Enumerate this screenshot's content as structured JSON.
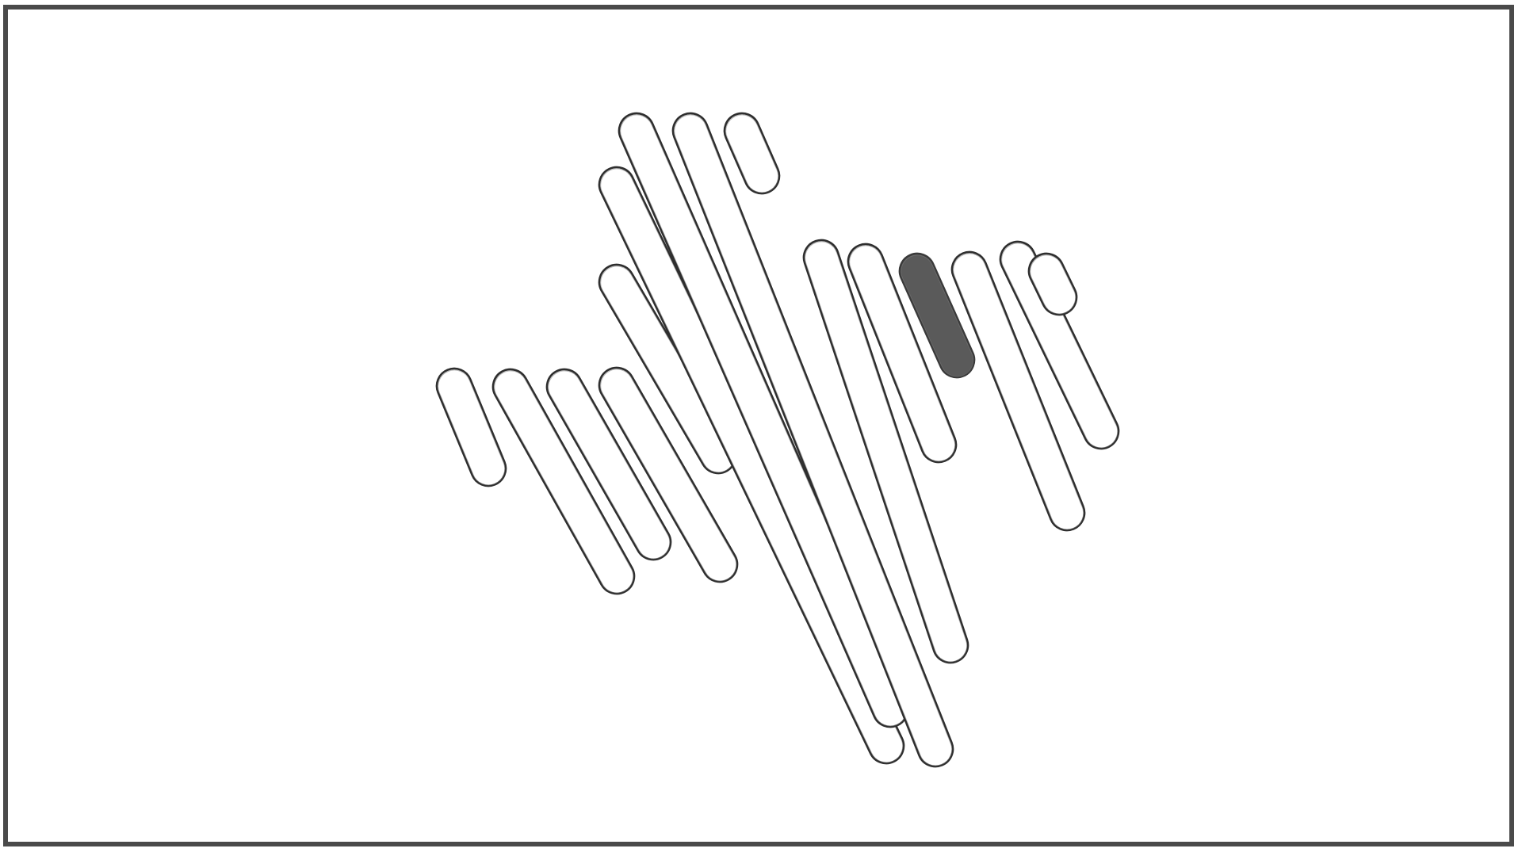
{
  "colors": {
    "background": "#ffffff",
    "frame_border": "#4a4a4a",
    "outline": "#2e2e2e",
    "filled_bar": "#5a5a5a"
  },
  "sketch": {
    "description_items": [
      "pill-bar-1",
      "pill-bar-2",
      "pill-bar-3",
      "pill-bar-4",
      "pill-bar-5",
      "pill-bar-6",
      "pill-bar-7",
      "pill-bar-8",
      "pill-bar-9",
      "pill-bar-10",
      "pill-bar-11",
      "pill-bar-12",
      "pill-bar-13",
      "pill-bar-14",
      "pill-bar-15"
    ],
    "highlighted_item": "pill-bar-12"
  }
}
